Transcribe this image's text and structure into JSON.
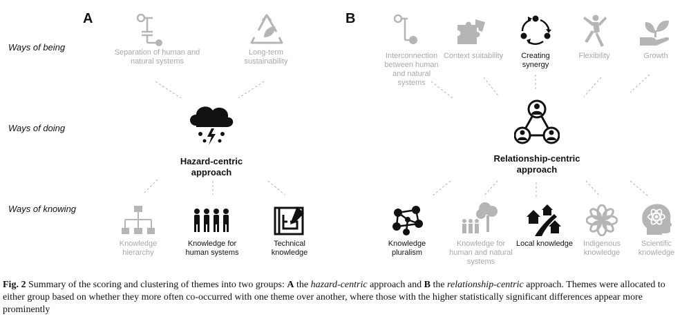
{
  "rows": {
    "being": "Ways of being",
    "doing": "Ways of doing",
    "knowing": "Ways of knowing"
  },
  "panels": {
    "a": "A",
    "b": "B"
  },
  "panel_a": {
    "being": [
      {
        "label": "Separation of human and natural systems",
        "icon": "separation-icon"
      },
      {
        "label": "Long-term sustainability",
        "icon": "recycle-leaf-icon"
      }
    ],
    "center": {
      "label": "Hazard-centric approach",
      "icon": "storm-cloud-icon"
    },
    "knowing": [
      {
        "label": "Knowledge hierarchy",
        "icon": "hierarchy-icon"
      },
      {
        "label": "Knowledge for human systems",
        "icon": "people-group-icon"
      },
      {
        "label": "Technical knowledge",
        "icon": "blueprint-icon"
      }
    ]
  },
  "panel_b": {
    "being": [
      {
        "label": "Interconnection between human and natural systems",
        "icon": "interconnection-icon"
      },
      {
        "label": "Context suitability",
        "icon": "puzzle-icon"
      },
      {
        "label": "Creating synergy",
        "icon": "synergy-cycle-icon"
      },
      {
        "label": "Flexibility",
        "icon": "stretch-figure-icon"
      },
      {
        "label": "Growth",
        "icon": "sprout-hand-icon"
      }
    ],
    "center": {
      "label": "Relationship-centric approach",
      "icon": "network-people-icon"
    },
    "knowing": [
      {
        "label": "Knowledge pluralism",
        "icon": "network-nodes-icon"
      },
      {
        "label": "Knowledge for human and natural systems",
        "icon": "people-tree-icon"
      },
      {
        "label": "Local knowledge",
        "icon": "houses-road-icon"
      },
      {
        "label": "Indigenous knowledge",
        "icon": "flower-mandala-icon"
      },
      {
        "label": "Scientific knowledge",
        "icon": "atom-head-icon"
      }
    ]
  },
  "caption": {
    "fig": "Fig. 2",
    "t1": " Summary of the scoring and clustering of themes into two groups: ",
    "a": "A",
    "t2": " the ",
    "hazard": "hazard-centric",
    "t3": " approach and ",
    "b": "B",
    "t4": " the ",
    "relationship": "relationship-centric",
    "t5": " approach. Themes were allocated to either group based on whether they more often co-occurred with one theme over another, where those with the higher statistically significant differences appear more prominently"
  },
  "colors": {
    "dark": "#111111",
    "faded": "#a8a8a8",
    "line": "#b0b0b0"
  }
}
